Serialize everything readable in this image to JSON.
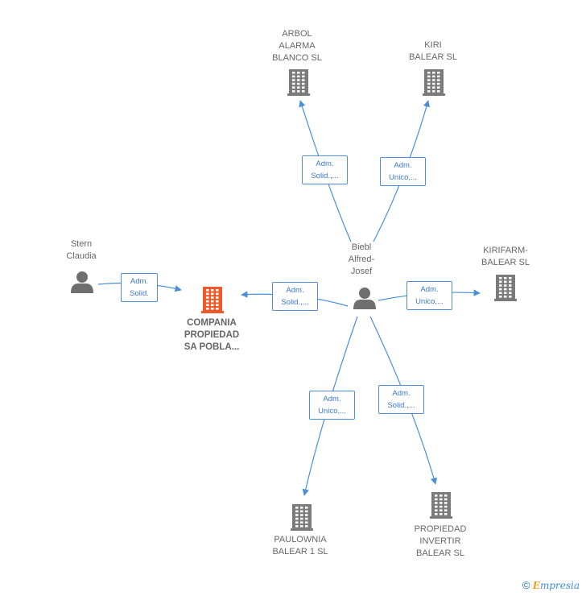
{
  "colors": {
    "edge": "#4a8fd8",
    "building": "#7b7b7b",
    "building_main": "#f05a28",
    "person": "#6f6f6f"
  },
  "nodes": {
    "biebl": {
      "label": "Biebl\nAlfred-\nJosef",
      "icon": "person-icon"
    },
    "stern": {
      "label": "Stern\nClaudia",
      "icon": "person-icon"
    },
    "compania": {
      "label": "COMPANIA\nPROPIEDAD\nSA POBLA...",
      "icon": "building-icon"
    },
    "arbol": {
      "label": "ARBOL\nALARMA\nBLANCO  SL",
      "icon": "building-icon"
    },
    "kiri": {
      "label": "KIRI\nBALEAR  SL",
      "icon": "building-icon"
    },
    "kirifarm": {
      "label": "KIRIFARM-\nBALEAR  SL",
      "icon": "building-icon"
    },
    "paulownia": {
      "label": "PAULOWNIA\nBALEAR 1  SL",
      "icon": "building-icon"
    },
    "propiedad": {
      "label": "PROPIEDAD\nINVERTIR\nBALEAR  SL",
      "icon": "building-icon"
    }
  },
  "edges": {
    "biebl_arbol": "Adm.\nSolid.,...",
    "biebl_kiri": "Adm.\nUnico,...",
    "biebl_compania": "Adm.\nSolid.,...",
    "stern_compania": "Adm.\nSolid.",
    "biebl_kirifarm": "Adm.\nUnico,...",
    "biebl_paulownia": "Adm.\nUnico,...",
    "biebl_propiedad": "Adm.\nSolid.,..."
  },
  "footer": {
    "copyright": "©",
    "brand_initial": "E",
    "brand_rest": "mpresia"
  }
}
